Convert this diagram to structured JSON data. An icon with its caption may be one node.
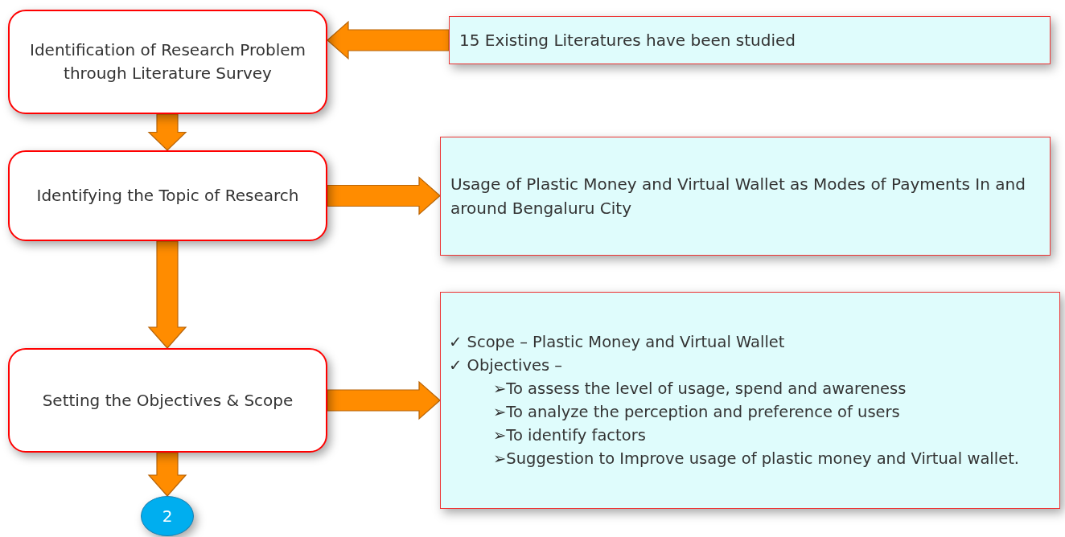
{
  "diagram": {
    "nodes": [
      {
        "text": [
          "Identification of Research Problem through Literature Survey"
        ]
      },
      {
        "text": [
          "15 Existing Literatures have been studied"
        ]
      },
      {
        "text": [
          "Identifying the Topic of Research"
        ]
      },
      {
        "text": [
          "Usage of Plastic Money and Virtual Wallet as Modes of Payments In and around Bengaluru City"
        ]
      },
      {
        "text": [
          "Setting the Objectives & Scope"
        ]
      },
      {
        "text": [
          "✓ Scope – Plastic Money and Virtual Wallet",
          "✓ Objectives –",
          "➢To assess the level of usage, spend and awareness",
          "➢To analyze the perception and preference of users",
          "➢To identify factors",
          "➢Suggestion to Improve usage of plastic money and Virtual wallet."
        ]
      },
      {
        "text": [
          "2"
        ]
      }
    ],
    "edges": [
      {
        "from": 1,
        "to": 0,
        "arrow": "to"
      },
      {
        "from": 0,
        "to": 2,
        "arrow": "to"
      },
      {
        "from": 2,
        "to": 3,
        "arrow": "to"
      },
      {
        "from": 2,
        "to": 4,
        "arrow": "to"
      },
      {
        "from": 4,
        "to": 5,
        "arrow": "to"
      },
      {
        "from": 4,
        "to": 6,
        "arrow": "to"
      }
    ]
  }
}
